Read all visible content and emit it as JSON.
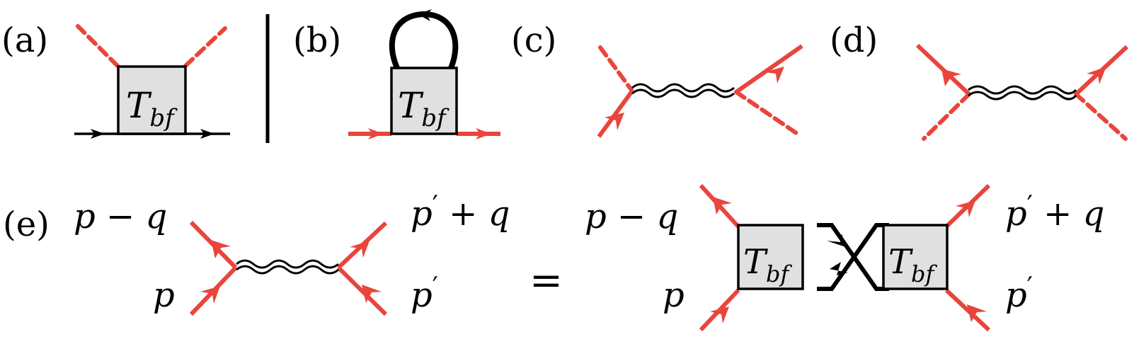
{
  "figure": {
    "colors": {
      "fermion_red": "#e8453c",
      "line_black": "#000000",
      "box_fill": "#e0e0e0",
      "background": "#ffffff"
    },
    "panels": {
      "a": {
        "label": "(a)",
        "box_label": "T",
        "box_subscript": "bf"
      },
      "b": {
        "label": "(b)",
        "box_label": "T",
        "box_subscript": "bf"
      },
      "c": {
        "label": "(c)"
      },
      "d": {
        "label": "(d)"
      },
      "e": {
        "label": "(e)",
        "lhs": {
          "top_left": "p − q",
          "bottom_left": "p",
          "top_right_base": "p",
          "top_right_prime": "′",
          "top_right_rest": " + q",
          "bottom_right_base": "p",
          "bottom_right_prime": "′"
        },
        "equals": "=",
        "rhs": {
          "top_left": "p − q",
          "bottom_left": "p",
          "top_right_base": "p",
          "top_right_prime": "′",
          "top_right_rest": " + q",
          "bottom_right_base": "p",
          "bottom_right_prime": "′",
          "box1_label": "T",
          "box1_subscript": "bf",
          "box2_label": "T",
          "box2_subscript": "bf"
        }
      }
    }
  }
}
